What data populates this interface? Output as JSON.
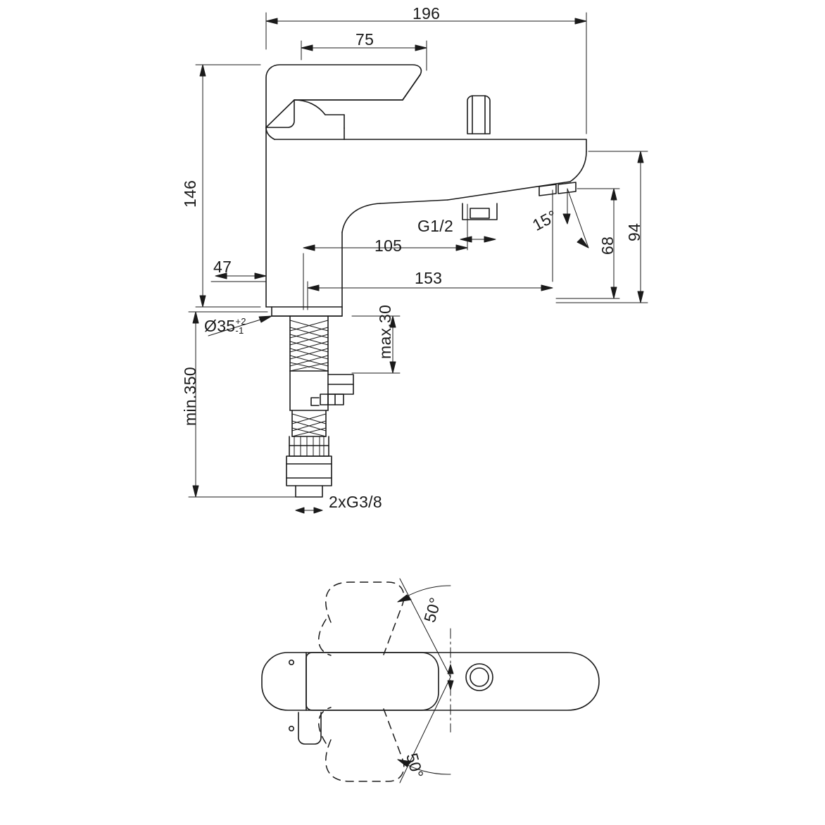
{
  "drawing": {
    "title": "Bath/shower mixer tap technical dimension drawing",
    "line_color": "#1a1a1a",
    "views": [
      {
        "name": "side-elevation-view",
        "position": "top"
      },
      {
        "name": "top-plan-view",
        "position": "bottom"
      }
    ]
  },
  "dimensions": {
    "overall_width": "196",
    "handle_width": "75",
    "total_height": "146",
    "spout_projection_153": "153",
    "spout_projection_105": "105",
    "body_width_47": "47",
    "spout_height_94": "94",
    "spout_height_68": "68",
    "max_thickness": "max.30",
    "min_supply_length": "min.350",
    "hole_diameter": "Ø35",
    "hole_tolerance_plus": "+2",
    "hole_tolerance_minus": "-1",
    "outlet_thread": "G1/2",
    "supply_thread": "2xG3/8",
    "spout_angle": "15°",
    "swivel_angle_upper": "50°",
    "swivel_angle_lower": "50°"
  }
}
